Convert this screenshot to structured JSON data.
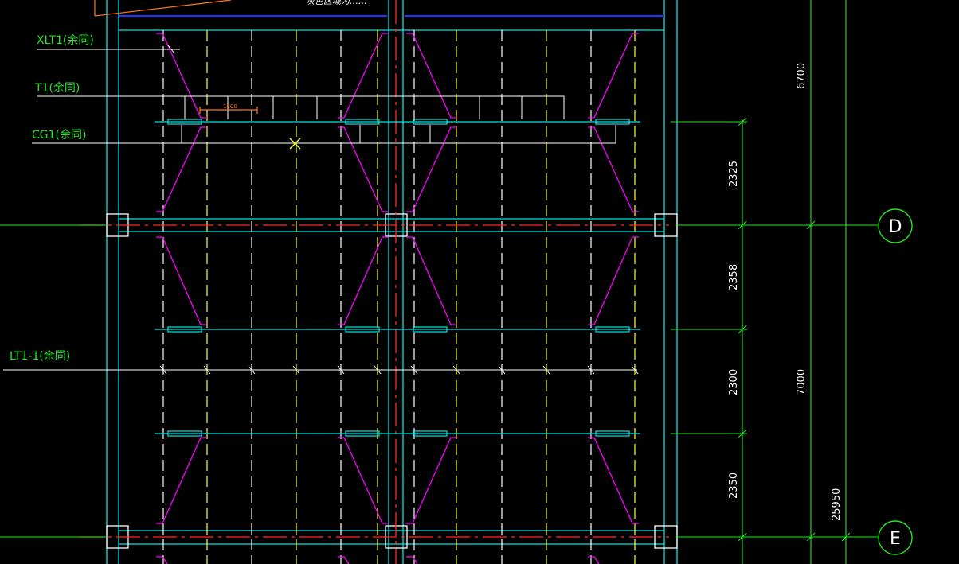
{
  "labels": {
    "xlt1": "XLT1(余同)",
    "t1": "T1(余同)",
    "cg1": "CG1(余同)",
    "lt1_1": "LT1-1(余同)"
  },
  "dimensions": {
    "d2325": "2325",
    "d2358": "2358",
    "d2300": "2300",
    "d2350": "2350",
    "d6700": "6700",
    "d7000": "7000",
    "d25950": "25950"
  },
  "axes": {
    "d": "D",
    "e": "E"
  },
  "top_note": "灰色区域为……",
  "small_note": "1200",
  "colors": {
    "background": "#000000",
    "cyan": "#00e5e5",
    "magenta": "#ff00ff",
    "yellow": "#ffff33",
    "red": "#ff2a2a",
    "green": "#22e622",
    "white": "#ffffff",
    "blue": "#2233ff",
    "orange": "#ff7a1a"
  }
}
